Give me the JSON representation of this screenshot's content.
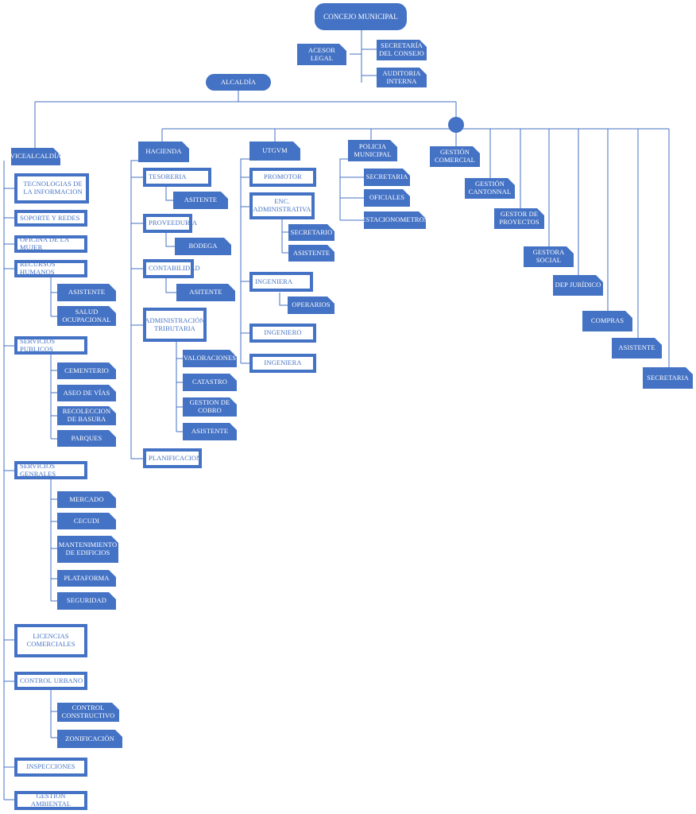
{
  "colors": {
    "accent": "#4472c4",
    "background": "#ffffff"
  },
  "concejo": {
    "title": "CONCEJO MUNICIPAL",
    "acesor_legal": "ACESOR LEGAL",
    "secretaria_consejo": "SECRETARÍA DEL CONSEJO",
    "auditoria_interna": "AUDITORIA INTERNA"
  },
  "alcaldia": "ALCALDÍA",
  "vicealcaldia": {
    "title": "VICEALCALDÍA",
    "tecnologias": "TECNOLOGIAS DE LA INFORMACION",
    "soporte": "SOPORTE Y REDES",
    "oficina_mujer": "OFICINA DE LA MUJER",
    "recursos_humanos": "RECURSOS HUMANOS",
    "rh_asistente": "ASISTENTE",
    "rh_salud": "SALUD OCUPACIONAL",
    "servicios_publicos": "SERVICIOS PUBLICOS",
    "cementerio": "CEMENTERIO",
    "aseo_vias": "ASEO DE VÍAS",
    "recoleccion": "RECOLECCION DE BASURA",
    "parques": "PARQUES",
    "servicios_generales": "SERVICIOS GENRALES",
    "mercado": "MERCADO",
    "cecudi": "CECUDI",
    "mantenimiento": "MANTENIMIENTO DE EDIFICIOS",
    "plataforma": "PLATAFORMA",
    "seguridad": "SEGURIDAD",
    "licencias": "LICENCIAS COMERCIALES",
    "control_urbano": "CONTROL URBANO",
    "control_constructivo": "CONTROL CONSTRUCTIVO",
    "zonificacion": "ZONIFICACIÓN",
    "inspecciones": "INSPECCIONES",
    "gestion_ambiental": "GESTIÓN AMBIENTAL"
  },
  "hacienda": {
    "title": "HACIENDA",
    "tesoreria": "TESORERIA",
    "tes_asistente": "ASITENTE",
    "proveeduria": "PROVEEDURÍA",
    "bodega": "BODEGA",
    "contabilidad": "CONTABILIDAD",
    "cont_asistente": "ASITENTE",
    "adm_tributaria": "ADMINISTRACIÓN TRIBUTARIA",
    "valoraciones": "VALORACIONES",
    "catastro": "CATASTRO",
    "gestion_cobro": "GESTION DE COBRO",
    "trib_asistente": "ASISTENTE",
    "planificacion": "PLANIFICACION"
  },
  "utgvm": {
    "title": "UTGVM",
    "promotor": "PROMOTOR",
    "enc_administrativa": "ENC. ADMINISTRATIVA",
    "secretario": "SECRETARIO",
    "asistente": "ASISTENTE",
    "ingeniera1": "INGENIERA",
    "operarios": "OPERARIOS",
    "ingeniero": "INGENIERO",
    "ingeniera2": "INGENIERA"
  },
  "policia": {
    "title": "POLICIA MUNICIPAL",
    "secretaria": "SECRETARIA",
    "oficiales": "OFICIALES",
    "estacionometros": "ESTACIONOMETROS"
  },
  "staff": {
    "gestion_comercial": "GESTIÓN COMERCIAL",
    "gestion_cantonnal": "GESTIÓN CANTONNAL",
    "gestor_proyectos": "GESTOR DE PROYECTOS",
    "gestora_social": "GESTORA SOCIAL",
    "dep_juridico": "DEP JURÍDICO",
    "compras": "COMPRAS",
    "asistente": "ASISTENTE",
    "secretaria": "SECRETARIA"
  }
}
